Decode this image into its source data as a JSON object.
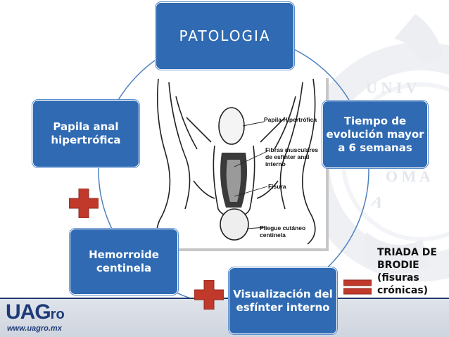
{
  "slide": {
    "title": "PATOLOGIA",
    "nodes": {
      "right": "Tiempo de evolución mayor a 6 semanas",
      "left": "Papila anal hipertrófica",
      "bottom_left": "Hemorroide centinela",
      "bottom": "Visualización del esfínter interno"
    },
    "note": "TRIADA DE BRODIE (fisuras crónicas)"
  },
  "drawing": {
    "labels": {
      "papila": "Papila Hipertrófica",
      "fibras": "Fibras musculares de esfinter anal interno",
      "fisura": "Fisura",
      "pliegue": "Pliegue cutáneo centinela"
    }
  },
  "footer": {
    "logo_main": "UAG",
    "logo_suffix": "ro",
    "url": "www.uagro.mx"
  },
  "background": {
    "seal_text": "UNIVERSIDAD AUTONOMA"
  },
  "colors": {
    "box": "#2f6ab3",
    "plus": "#c0392b",
    "cycle": "#4f81bd",
    "logo": "#1e3a78"
  }
}
